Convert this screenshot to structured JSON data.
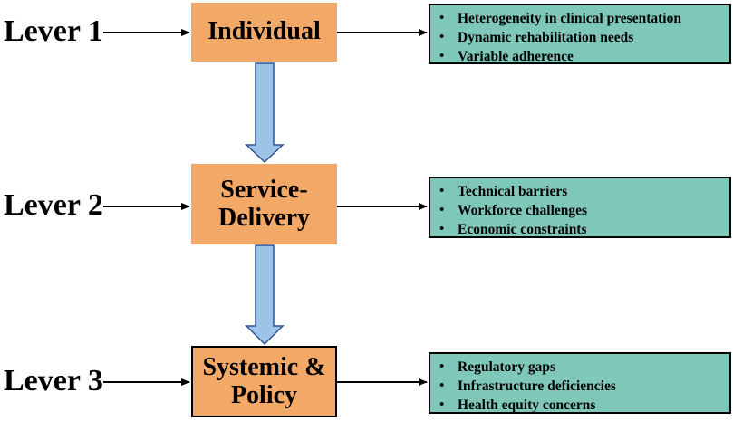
{
  "levers": [
    {
      "label": "Lever 1",
      "node_lines": [
        "Individual"
      ],
      "details": [
        "Heterogeneity in clinical presentation",
        "Dynamic rehabilitation needs",
        "Variable adherence"
      ]
    },
    {
      "label": "Lever 2",
      "node_lines": [
        "Service-",
        "Delivery"
      ],
      "details": [
        "Technical barriers",
        "Workforce challenges",
        "Economic constraints"
      ]
    },
    {
      "label": "Lever 3",
      "node_lines": [
        "Systemic &",
        "Policy"
      ],
      "details": [
        "Regulatory gaps",
        "Infrastructure deficiencies",
        "Health equity concerns"
      ]
    }
  ],
  "colors": {
    "node_fill": "#f2a867",
    "detail_fill": "#7fc8b9",
    "down_arrow_fill": "#9dc3e6",
    "down_arrow_stroke": "#2f5597",
    "connector": "#000000"
  }
}
